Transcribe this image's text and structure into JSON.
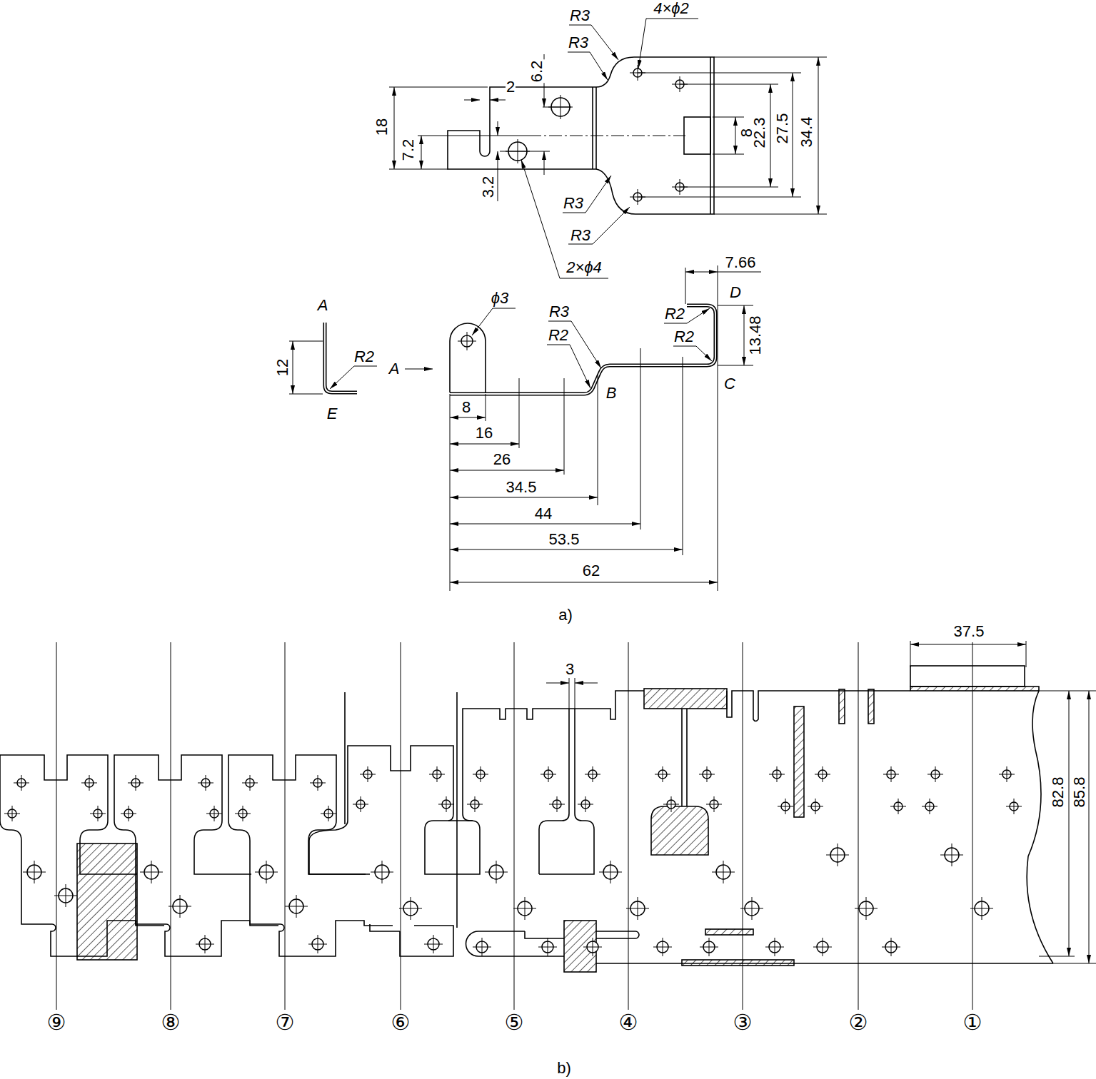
{
  "diagram": {
    "labels": [
      "R3",
      "4×ϕ2",
      "R3",
      "6.2",
      "2",
      "18",
      "7.2",
      "3.2",
      "8",
      "22.3",
      "27.5",
      "34.4",
      "R3",
      "R3",
      "2×ϕ4",
      "7.66",
      "D",
      "R2",
      "ϕ3",
      "R3",
      "R2",
      "R2",
      "13.48",
      "A",
      "12",
      "R2",
      "A",
      "B",
      "C",
      "E",
      "8",
      "16",
      "26",
      "34.5",
      "44",
      "53.5",
      "62",
      "a)",
      "37.5",
      "3",
      "82.8",
      "85.8",
      "⑨",
      "⑧",
      "⑦",
      "⑥",
      "⑤",
      "④",
      "③",
      "②",
      "①",
      "b)"
    ]
  }
}
